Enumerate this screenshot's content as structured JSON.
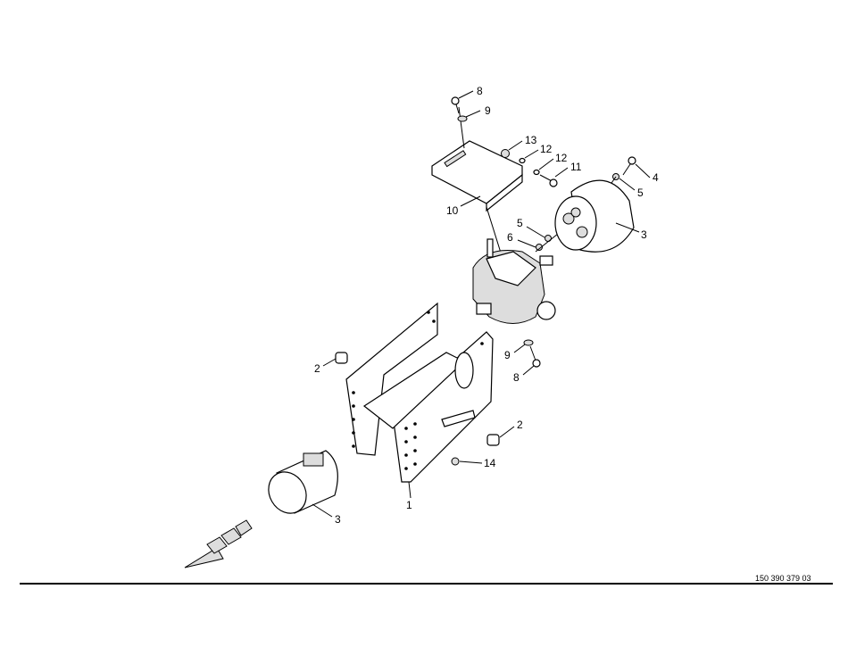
{
  "drawing_number": "150 390 379 03",
  "callouts": [
    "8",
    "9",
    "13",
    "12",
    "12",
    "11",
    "4",
    "5",
    "10",
    "5",
    "6",
    "3",
    "9",
    "8",
    "2",
    "2",
    "14",
    "3",
    "1"
  ]
}
